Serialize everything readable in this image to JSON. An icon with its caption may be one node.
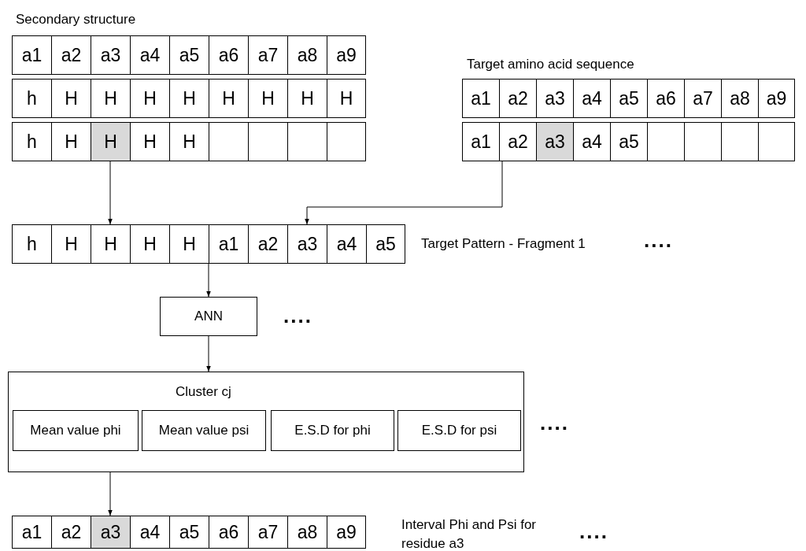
{
  "diagram": {
    "nodes": [
      {
        "text": [],
        "shape": "bar"
      },
      {
        "text": [
          "a1"
        ],
        "in": 0
      },
      {
        "text": [
          "a2"
        ],
        "in": 0
      },
      {
        "text": [
          "a3"
        ],
        "in": 0
      },
      {
        "text": [
          "a4"
        ],
        "in": 0
      },
      {
        "text": [
          "a5"
        ],
        "in": 0
      },
      {
        "text": [
          "a6"
        ],
        "in": 0
      },
      {
        "text": [
          "a7"
        ],
        "in": 0
      },
      {
        "text": [
          "a8"
        ],
        "in": 0
      },
      {
        "text": [
          "a9"
        ],
        "in": 0
      },
      {
        "text": [],
        "shape": "bar"
      },
      {
        "text": [
          "h"
        ],
        "in": 10
      },
      {
        "text": [
          "H"
        ],
        "in": 10
      },
      {
        "text": [
          "H"
        ],
        "in": 10
      },
      {
        "text": [
          "H"
        ],
        "in": 10
      },
      {
        "text": [
          "H"
        ],
        "in": 10
      },
      {
        "text": [
          "H"
        ],
        "in": 10
      },
      {
        "text": [
          "H"
        ],
        "in": 10
      },
      {
        "text": [
          "H"
        ],
        "in": 10
      },
      {
        "text": [
          "H"
        ],
        "in": 10
      },
      {
        "text": [],
        "shape": "bar"
      },
      {
        "text": [
          "h"
        ],
        "in": 20
      },
      {
        "text": [
          "H"
        ],
        "in": 20
      },
      {
        "text": [
          "H"
        ],
        "in": 20
      },
      {
        "text": [
          "H"
        ],
        "in": 20
      },
      {
        "text": [
          "H"
        ],
        "in": 20
      },
      {
        "text": [],
        "shape": "box",
        "in": 20
      },
      {
        "text": [],
        "shape": "box",
        "in": 20
      },
      {
        "text": [],
        "shape": "box",
        "in": 20
      },
      {
        "text": [],
        "shape": "box",
        "in": 20
      },
      {
        "text": [],
        "shape": "bar"
      },
      {
        "text": [
          "a1"
        ],
        "in": 30
      },
      {
        "text": [
          "a2"
        ],
        "in": 30
      },
      {
        "text": [
          "a3"
        ],
        "in": 30
      },
      {
        "text": [
          "a4"
        ],
        "in": 30
      },
      {
        "text": [
          "a5"
        ],
        "in": 30
      },
      {
        "text": [
          "a6"
        ],
        "in": 30
      },
      {
        "text": [
          "a7"
        ],
        "in": 30
      },
      {
        "text": [
          "a8"
        ],
        "in": 30
      },
      {
        "text": [
          "a9"
        ],
        "in": 30
      },
      {
        "text": [],
        "shape": "bar"
      },
      {
        "text": [
          "a1"
        ],
        "in": 40
      },
      {
        "text": [
          "a2"
        ],
        "in": 40
      },
      {
        "text": [
          "a3"
        ],
        "in": 40
      },
      {
        "text": [
          "a4"
        ],
        "in": 40
      },
      {
        "text": [
          "a5"
        ],
        "in": 40
      },
      {
        "text": [],
        "shape": "box",
        "in": 40
      },
      {
        "text": [],
        "shape": "box",
        "in": 40
      },
      {
        "text": [],
        "shape": "box",
        "in": 40
      },
      {
        "text": [],
        "shape": "box",
        "in": 40
      },
      {
        "text": [],
        "shape": "bar",
        "beside": [
          "Target Pattern - Fragment 1"
        ]
      },
      {
        "text": [
          "h"
        ],
        "in": 50
      },
      {
        "text": [
          "H"
        ],
        "in": 50
      },
      {
        "text": [
          "H"
        ],
        "in": 50
      },
      {
        "text": [
          "H"
        ],
        "in": 50
      },
      {
        "text": [
          "H"
        ],
        "in": 50
      },
      {
        "text": [
          "a1"
        ],
        "in": 50
      },
      {
        "text": [
          "a2"
        ],
        "in": 50
      },
      {
        "text": [
          "a3"
        ],
        "in": 50
      },
      {
        "text": [
          "a4"
        ],
        "in": 50
      },
      {
        "text": [
          "a5"
        ],
        "in": 50
      },
      {
        "text": [
          "ANN"
        ]
      },
      {
        "text": [
          "Cluster cj"
        ]
      },
      {
        "text": [
          "Mean value phi"
        ],
        "in": 62
      },
      {
        "text": [
          "Mean value psi"
        ],
        "in": 62
      },
      {
        "text": [
          "E.S.D for phi"
        ],
        "in": 62
      },
      {
        "text": [
          "E.S.D for psi"
        ],
        "in": 62
      },
      {
        "text": [],
        "shape": "bar",
        "beside": [
          "Interval Phi and Psi for residue a3"
        ]
      },
      {
        "text": [
          "a1"
        ],
        "in": 67
      },
      {
        "text": [
          "a2"
        ],
        "in": 67
      },
      {
        "text": [
          "a3"
        ],
        "in": 67
      },
      {
        "text": [
          "a4"
        ],
        "in": 67
      },
      {
        "text": [
          "a5"
        ],
        "in": 67
      },
      {
        "text": [
          "a6"
        ],
        "in": 67
      },
      {
        "text": [
          "a7"
        ],
        "in": 67
      },
      {
        "text": [
          "a8"
        ],
        "in": 67
      },
      {
        "text": [
          "a9"
        ],
        "in": 67
      }
    ],
    "edges": [
      {
        "from": 20,
        "to": 50,
        "arrow": "to"
      },
      {
        "from": 40,
        "to": 50,
        "arrow": "to"
      },
      {
        "from": 50,
        "to": 61,
        "arrow": "to"
      },
      {
        "from": 61,
        "to": 62,
        "arrow": "to"
      },
      {
        "from": 62,
        "to": 67,
        "arrow": "to"
      }
    ],
    "labels": [
      "Secondary structure",
      "Target amino acid sequence",
      "....",
      "....",
      "....",
      "...."
    ]
  }
}
